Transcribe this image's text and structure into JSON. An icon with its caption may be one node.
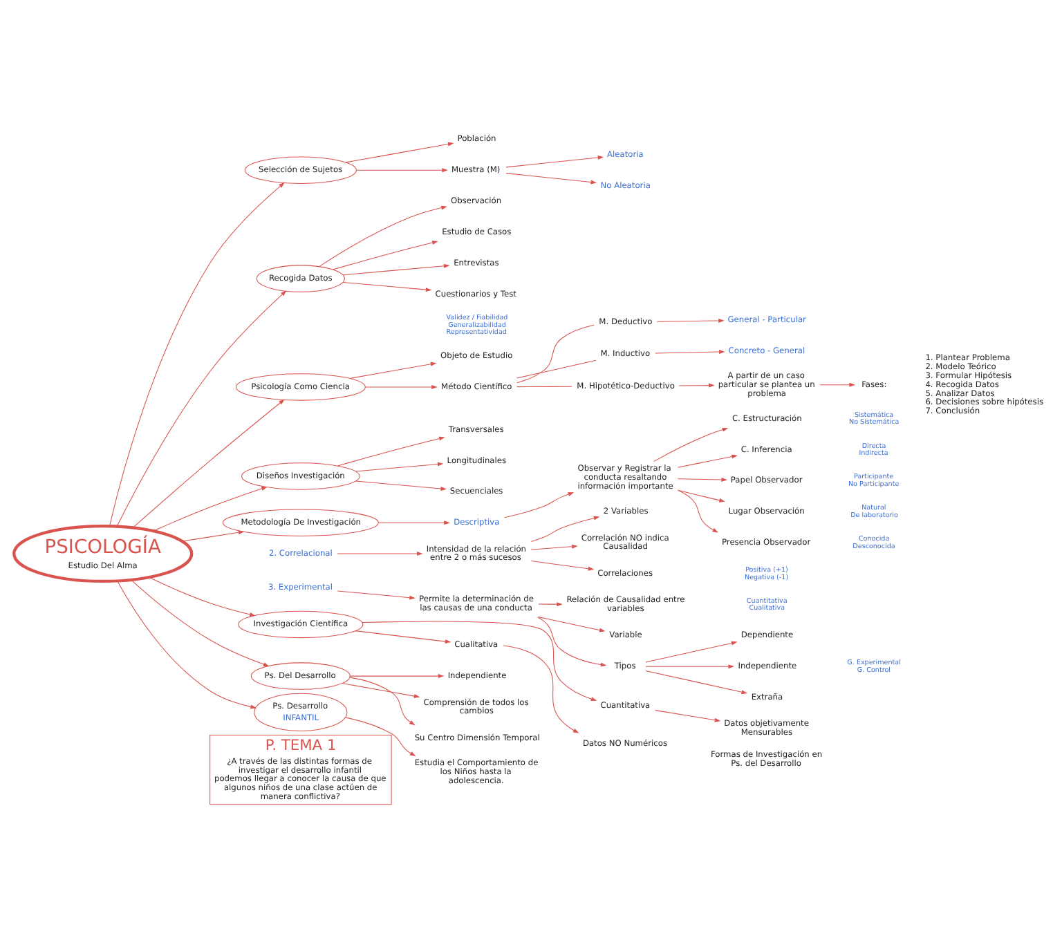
{
  "diagram": {
    "nodes": [
      {
        "text": [
          "PSICOLOGÍA",
          "Estudio Del Alma"
        ]
      },
      {
        "text": [
          "Selección de Sujetos"
        ]
      },
      {
        "text": [
          "Población"
        ]
      },
      {
        "text": [
          "Muestra (M)"
        ]
      },
      {
        "text": [
          "Aleatoria"
        ]
      },
      {
        "text": [
          "No Aleatoria"
        ]
      },
      {
        "text": [
          "Recogida Datos"
        ]
      },
      {
        "text": [
          "Observación"
        ]
      },
      {
        "text": [
          "Estudio de Casos"
        ]
      },
      {
        "text": [
          "Entrevistas"
        ]
      },
      {
        "text": [
          "Cuestionarios y Test"
        ]
      },
      {
        "text": [
          "Psicología Como Ciencia"
        ]
      },
      {
        "text": [
          "Objeto de Estudio"
        ]
      },
      {
        "text": [
          "Método Científico"
        ]
      },
      {
        "text": [
          "M. Deductivo"
        ]
      },
      {
        "text": [
          "General - Particular"
        ]
      },
      {
        "text": [
          "M. Inductivo"
        ]
      },
      {
        "text": [
          "Concreto - General"
        ]
      },
      {
        "text": [
          "M. Hipotético-Deductivo"
        ]
      },
      {
        "text": [
          "A partir de un caso particular se plantea un problema"
        ]
      },
      {
        "text": [
          "Fases:"
        ]
      },
      {
        "text": [
          "Diseños Investigación"
        ]
      },
      {
        "text": [
          "Transversales"
        ]
      },
      {
        "text": [
          "Longitudinales"
        ]
      },
      {
        "text": [
          "Secuenciales"
        ]
      },
      {
        "text": [
          "Metodología De Investigación"
        ]
      },
      {
        "text": [
          "Descriptiva"
        ]
      },
      {
        "text": [
          "Observar y Registrar la conducta resaltando información importante"
        ]
      },
      {
        "text": [
          "C. Estructuración"
        ],
        "beside": [
          "Sistemática",
          "No Sistemática"
        ]
      },
      {
        "text": [
          "C. Inferencia"
        ],
        "beside": [
          "Directa",
          "Indirecta"
        ]
      },
      {
        "text": [
          "Papel Observador"
        ],
        "beside": [
          "Participante",
          "No Participante"
        ]
      },
      {
        "text": [
          "Lugar Observación"
        ],
        "beside": [
          "Natural",
          "De laboratorio"
        ]
      },
      {
        "text": [
          "Presencia Observador"
        ],
        "beside": [
          "Conocida",
          "Desconocida"
        ]
      },
      {
        "text": [
          "2. Correlacional"
        ]
      },
      {
        "text": [
          "Intensidad de la relación entre 2 o más sucesos"
        ]
      },
      {
        "text": [
          "2 Variables"
        ]
      },
      {
        "text": [
          "Correlación NO indica Causalidad"
        ]
      },
      {
        "text": [
          "Correlaciones"
        ],
        "beside": [
          "Positiva (+1)",
          "Negativa (-1)"
        ]
      },
      {
        "text": [
          "3. Experimental"
        ]
      },
      {
        "text": [
          "Permite la determinación de las causas de una conducta"
        ]
      },
      {
        "text": [
          "Relación de Causalidad entre variables"
        ]
      },
      {
        "text": [
          "Variable"
        ],
        "beside": [
          "Cuantitativa",
          "Cualitativa"
        ]
      },
      {
        "text": [
          "Tipos"
        ]
      },
      {
        "text": [
          "Dependiente"
        ]
      },
      {
        "text": [
          "Independiente"
        ],
        "beside": [
          "G. Experimental",
          "G. Control"
        ]
      },
      {
        "text": [
          "Extraña"
        ]
      },
      {
        "text": [
          "Investigación Científica"
        ]
      },
      {
        "text": [
          "Cuantitativa"
        ]
      },
      {
        "text": [
          "Cualitativa"
        ]
      },
      {
        "text": [
          "Datos objetivamente Mensurables"
        ]
      },
      {
        "text": [
          "Datos NO Numéricos"
        ]
      },
      {
        "text": [
          "Ps. Del Desarrollo"
        ]
      },
      {
        "text": [
          "Independiente"
        ]
      },
      {
        "text": [
          "Comprensión de todos los cambios"
        ]
      },
      {
        "text": [
          "Su Centro Dimensión Temporal"
        ]
      },
      {
        "text": [
          "Ps. Desarrollo",
          "INFANTIL"
        ]
      },
      {
        "text": [
          "Estudia el Comportamiento de los Niños hasta la adolescencia."
        ]
      },
      {
        "text": [
          "P. TEMA 1",
          "¿A través de las distintas formas de investigar el desarrollo infantil podemos llegar a conocer la causa de que algunos niños de una clase actúen de manera conflictiva?"
        ]
      }
    ],
    "edges": [
      {
        "from": 0,
        "to": 1,
        "arrow": "to"
      },
      {
        "from": 1,
        "to": 2,
        "arrow": "to"
      },
      {
        "from": 1,
        "to": 3,
        "arrow": "to"
      },
      {
        "from": 3,
        "to": 4,
        "arrow": "to"
      },
      {
        "from": 3,
        "to": 5,
        "arrow": "to"
      },
      {
        "from": 0,
        "to": 6,
        "arrow": "to"
      },
      {
        "from": 6,
        "to": 7,
        "arrow": "to"
      },
      {
        "from": 6,
        "to": 8,
        "arrow": "to"
      },
      {
        "from": 6,
        "to": 9,
        "arrow": "to"
      },
      {
        "from": 6,
        "to": 10,
        "arrow": "to"
      },
      {
        "from": 0,
        "to": 11,
        "arrow": "to"
      },
      {
        "from": 11,
        "to": 12,
        "arrow": "to"
      },
      {
        "from": 11,
        "to": 13,
        "arrow": "to"
      },
      {
        "from": 13,
        "to": 14,
        "arrow": "none"
      },
      {
        "from": 13,
        "to": 16,
        "arrow": "none"
      },
      {
        "from": 13,
        "to": 18,
        "arrow": "none"
      },
      {
        "from": 14,
        "to": 15,
        "arrow": "to"
      },
      {
        "from": 16,
        "to": 17,
        "arrow": "to"
      },
      {
        "from": 18,
        "to": 19,
        "arrow": "to"
      },
      {
        "from": 19,
        "to": 20,
        "arrow": "to"
      },
      {
        "from": 0,
        "to": 21,
        "arrow": "to"
      },
      {
        "from": 21,
        "to": 22,
        "arrow": "to"
      },
      {
        "from": 21,
        "to": 23,
        "arrow": "to"
      },
      {
        "from": 21,
        "to": 24,
        "arrow": "to"
      },
      {
        "from": 0,
        "to": 25,
        "arrow": "to"
      },
      {
        "from": 25,
        "to": 26,
        "arrow": "to"
      },
      {
        "from": 26,
        "to": 27,
        "arrow": "to"
      },
      {
        "from": 27,
        "to": 28,
        "arrow": "to"
      },
      {
        "from": 27,
        "to": 29,
        "arrow": "to"
      },
      {
        "from": 27,
        "to": 30,
        "arrow": "to"
      },
      {
        "from": 27,
        "to": 31,
        "arrow": "to"
      },
      {
        "from": 27,
        "to": 32,
        "arrow": "to"
      },
      {
        "from": 33,
        "to": 34,
        "arrow": "to"
      },
      {
        "from": 34,
        "to": 35,
        "arrow": "to"
      },
      {
        "from": 34,
        "to": 36,
        "arrow": "to"
      },
      {
        "from": 34,
        "to": 37,
        "arrow": "to"
      },
      {
        "from": 38,
        "to": 39,
        "arrow": "to"
      },
      {
        "from": 39,
        "to": 40,
        "arrow": "to"
      },
      {
        "from": 39,
        "to": 41,
        "arrow": "to"
      },
      {
        "from": 39,
        "to": 42,
        "arrow": "to"
      },
      {
        "from": 42,
        "to": 43,
        "arrow": "to"
      },
      {
        "from": 42,
        "to": 44,
        "arrow": "to"
      },
      {
        "from": 42,
        "to": 45,
        "arrow": "to"
      },
      {
        "from": 0,
        "to": 46,
        "arrow": "to"
      },
      {
        "from": 46,
        "to": 47,
        "arrow": "to"
      },
      {
        "from": 46,
        "to": 48,
        "arrow": "to"
      },
      {
        "from": 47,
        "to": 49,
        "arrow": "to"
      },
      {
        "from": 48,
        "to": 50,
        "arrow": "to"
      },
      {
        "from": 0,
        "to": 51,
        "arrow": "to"
      },
      {
        "from": 51,
        "to": 52,
        "arrow": "to"
      },
      {
        "from": 51,
        "to": 53,
        "arrow": "to"
      },
      {
        "from": 51,
        "to": 54,
        "arrow": "to"
      },
      {
        "from": 0,
        "to": 55,
        "arrow": "to"
      },
      {
        "from": 55,
        "to": 56,
        "arrow": "to"
      }
    ],
    "labels": [
      "Validez / Fiabilidad",
      "Generalizabilidad",
      "Representatividad",
      "1. Plantear Problema",
      "2. Modelo Teórico",
      "3. Formular Hipótesis",
      "4. Recogida Datos",
      "5. Analizar Datos",
      "6. Decisiones sobre hipótesis",
      "7. Conclusión",
      "Formas de Investigación en Ps. del Desarrollo"
    ]
  }
}
